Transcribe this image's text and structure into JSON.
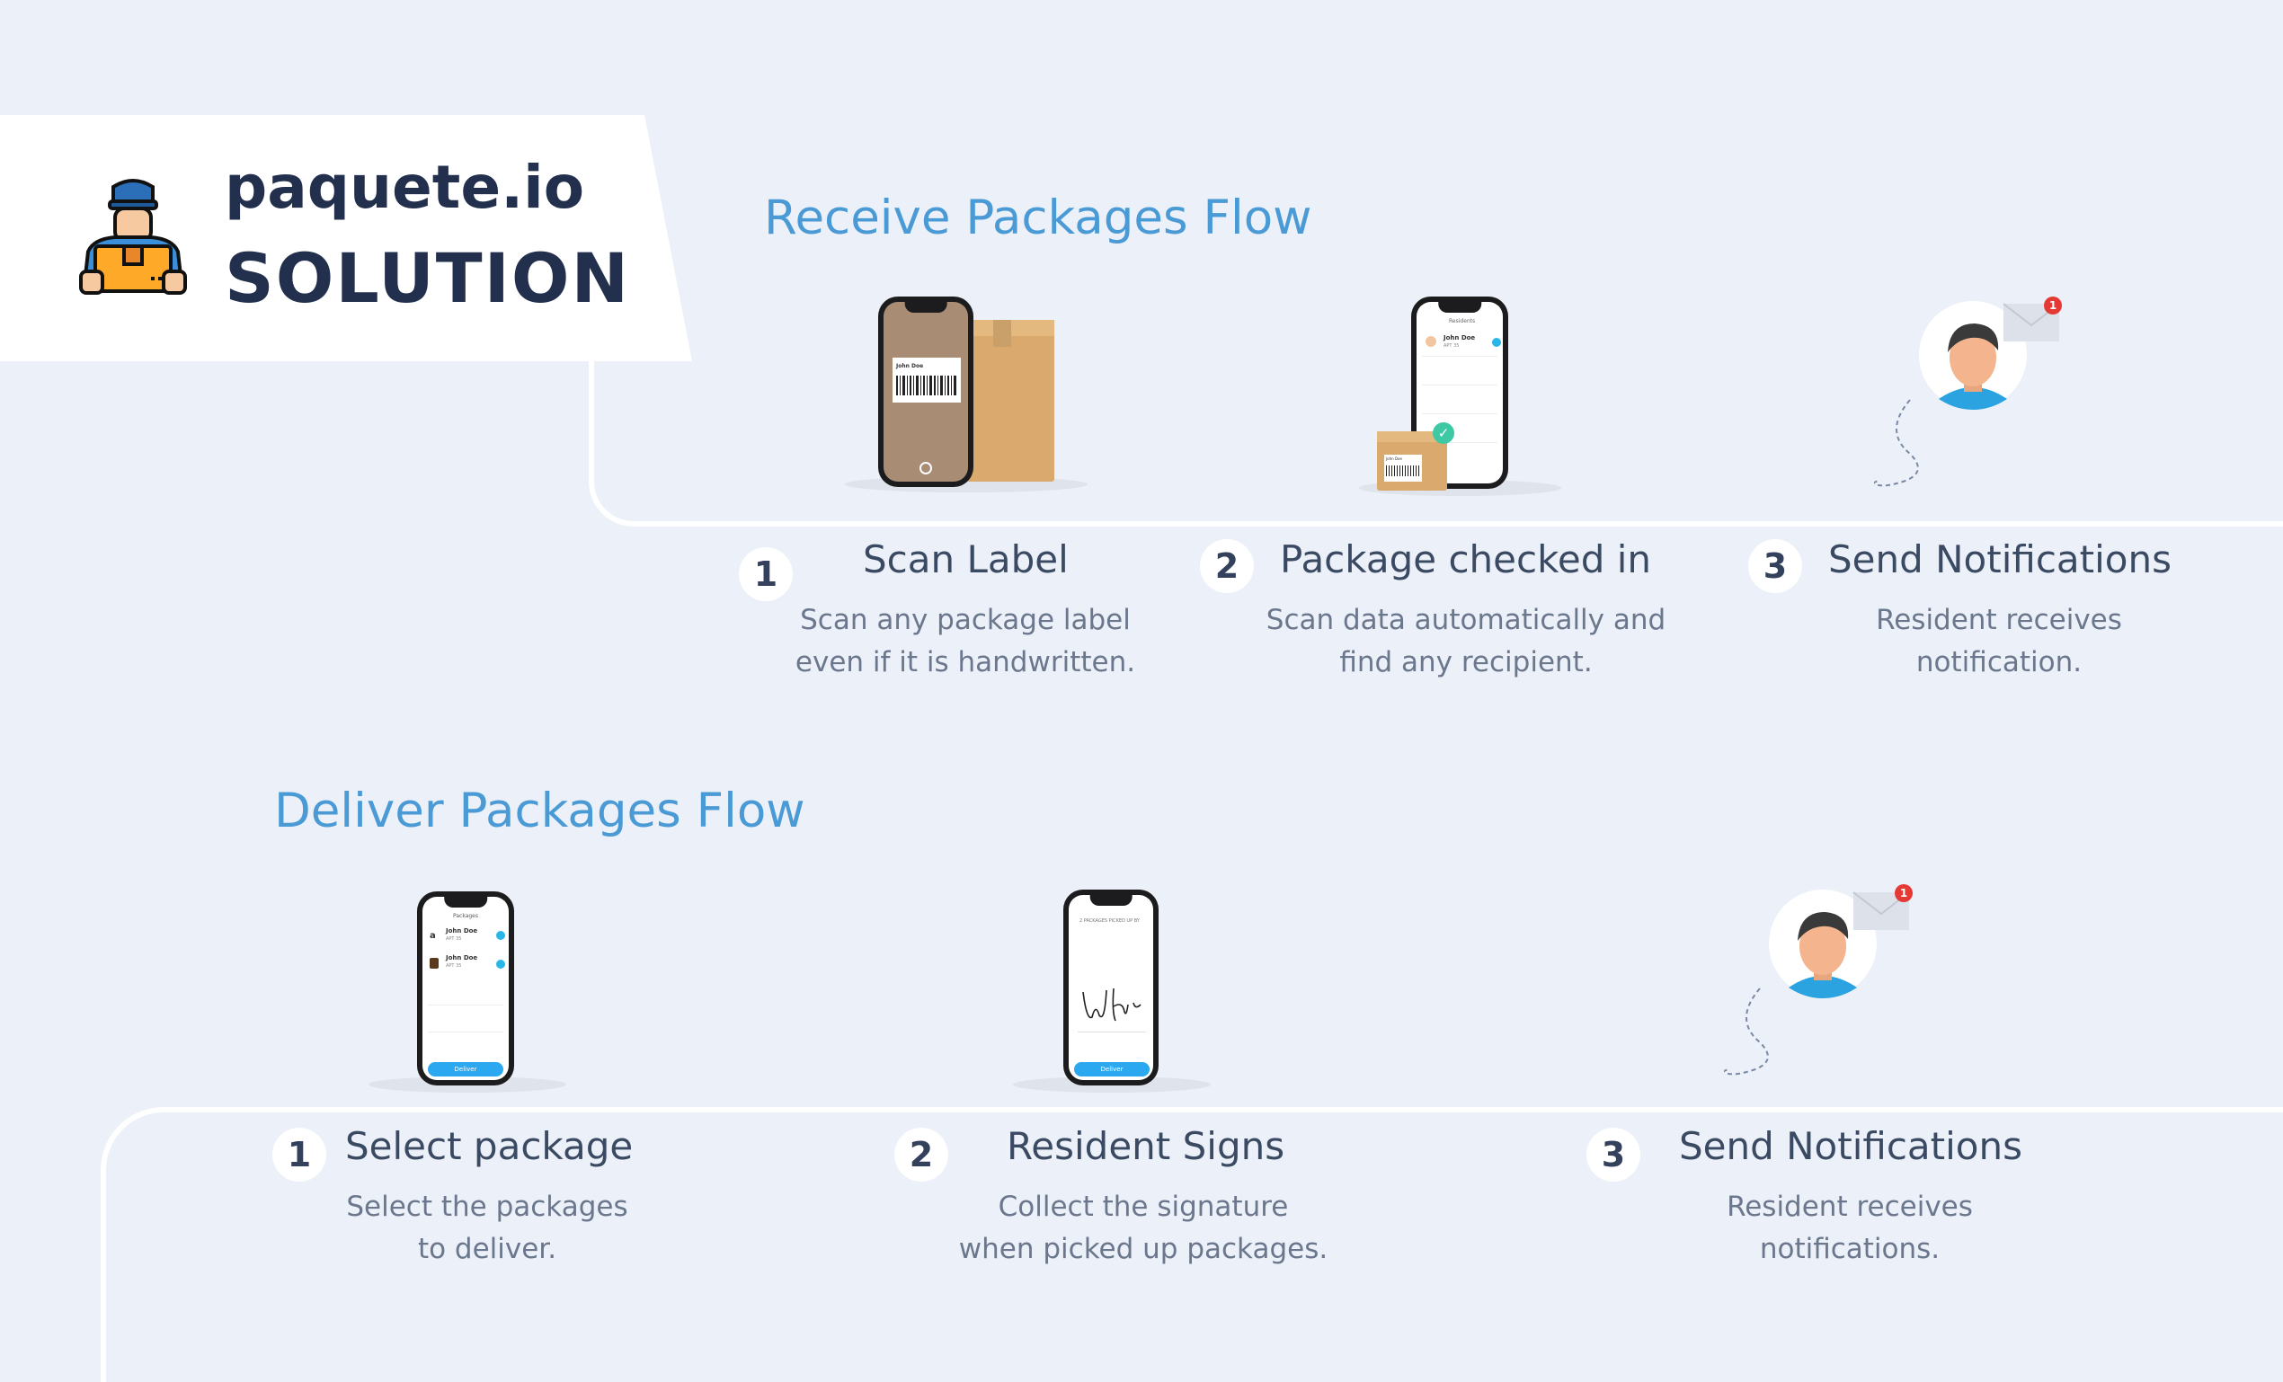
{
  "brand": {
    "name": "paquete.io",
    "subtitle": "SOLUTION",
    "logo": "delivery-person-icon"
  },
  "receive": {
    "title": "Receive Packages Flow",
    "steps": [
      {
        "num": "1",
        "title": "Scan Label",
        "desc1": "Scan any package label",
        "desc2": "even if it is handwritten."
      },
      {
        "num": "2",
        "title": "Package checked in",
        "desc1": "Scan data automatically and",
        "desc2": "find any recipient."
      },
      {
        "num": "3",
        "title": "Send Notifications",
        "desc1": "Resident receives",
        "desc2": "notification."
      }
    ],
    "phone1": {
      "label_name": "John Doe"
    },
    "phone2": {
      "header": "Residents",
      "name": "John Doe",
      "apt": "APT 35",
      "box_name": "John Doe"
    },
    "notif_badge": "1"
  },
  "deliver": {
    "title": "Deliver Packages Flow",
    "steps": [
      {
        "num": "1",
        "title": "Select package",
        "desc1": "Select the packages",
        "desc2": "to deliver."
      },
      {
        "num": "2",
        "title": "Resident Signs",
        "desc1": "Collect the signature",
        "desc2": "when picked up packages."
      },
      {
        "num": "3",
        "title": "Send Notifications",
        "desc1": "Resident receives",
        "desc2": "notifications."
      }
    ],
    "phone1": {
      "header": "Packages",
      "row1_name": "John Doe",
      "row1_apt": "APT 35",
      "row2_name": "John Doe",
      "row2_apt": "APT 35",
      "button": "Deliver"
    },
    "phone2": {
      "header": "2 PACKAGES PICKED UP BY",
      "button": "Deliver"
    },
    "notif_badge": "1"
  },
  "colors": {
    "accent": "#4a9ad6",
    "brand": "#22304d",
    "background": "#ecf0f8",
    "button": "#2ba8f0",
    "badge": "#e53935"
  }
}
